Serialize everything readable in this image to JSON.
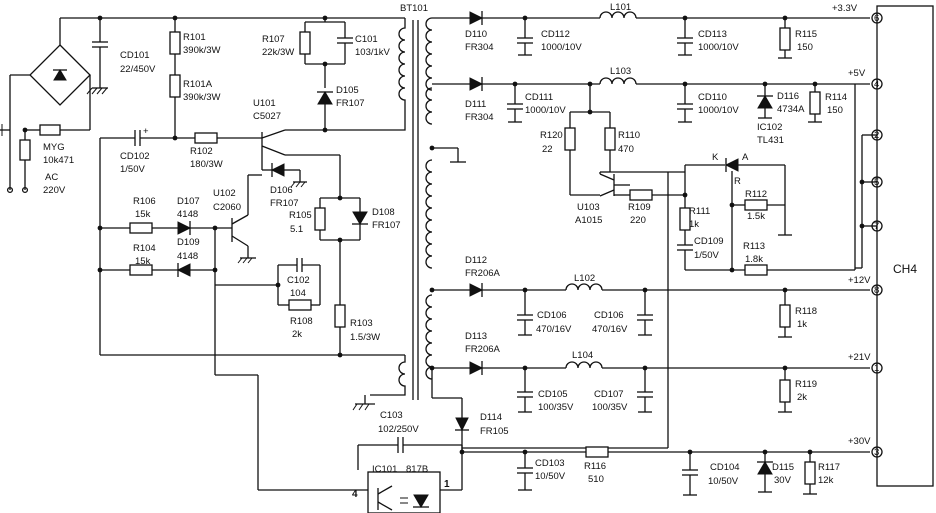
{
  "components": {
    "cd101": {
      "ref": "CD101",
      "value": "22/450V"
    },
    "r101": {
      "ref": "R101",
      "value": "390k/3W"
    },
    "r101a": {
      "ref": "R101A",
      "value": "390k/3W"
    },
    "r107": {
      "ref": "R107",
      "value": "22k/3W"
    },
    "c101": {
      "ref": "C101",
      "value": "103/1kV"
    },
    "d105": {
      "ref": "D105",
      "value": "FR107"
    },
    "u101": {
      "ref": "U101",
      "value": "C5027"
    },
    "myg": {
      "ref": "MYG",
      "value": "10k471"
    },
    "ac": {
      "ref": "AC",
      "value": "220V"
    },
    "cd102": {
      "ref": "CD102",
      "value": "1/50V"
    },
    "r102": {
      "ref": "R102",
      "value": "180/3W"
    },
    "r106": {
      "ref": "R106",
      "value": "15k"
    },
    "d107": {
      "ref": "D107",
      "value": "4148"
    },
    "d109": {
      "ref": "D109",
      "value": "4148"
    },
    "r104": {
      "ref": "R104",
      "value": "15k"
    },
    "u102": {
      "ref": "U102",
      "value": "C2060"
    },
    "d106": {
      "ref": "D106",
      "value": "FR107"
    },
    "r105": {
      "ref": "R105",
      "value": "5.1"
    },
    "d108": {
      "ref": "D108",
      "value": "FR107"
    },
    "c102": {
      "ref": "C102",
      "value": "104"
    },
    "r108": {
      "ref": "R108",
      "value": "2k"
    },
    "r103": {
      "ref": "R103",
      "value": "1.5/3W"
    },
    "bt101": {
      "ref": "BT101"
    },
    "d110": {
      "ref": "D110",
      "value": "FR304"
    },
    "cd112": {
      "ref": "CD112",
      "value": "1000/10V"
    },
    "l101": {
      "ref": "L101"
    },
    "cd113": {
      "ref": "CD113",
      "value": "1000/10V"
    },
    "r115": {
      "ref": "R115",
      "value": "150"
    },
    "d111": {
      "ref": "D111",
      "value": "FR304"
    },
    "cd111": {
      "ref": "CD111",
      "value": "1000/10V"
    },
    "l103": {
      "ref": "L103"
    },
    "cd110": {
      "ref": "CD110",
      "value": "1000/10V"
    },
    "d116": {
      "ref": "D116",
      "value": "4734A"
    },
    "r114": {
      "ref": "R114",
      "value": "150"
    },
    "ic102": {
      "ref": "IC102",
      "value": "TL431"
    },
    "r120": {
      "ref": "R120",
      "value": "22"
    },
    "r110": {
      "ref": "R110",
      "value": "470"
    },
    "u103": {
      "ref": "U103",
      "value": "A1015"
    },
    "r109": {
      "ref": "R109",
      "value": "220"
    },
    "r111": {
      "ref": "R111",
      "value": "1k"
    },
    "cd109": {
      "ref": "CD109",
      "value": "1/50V"
    },
    "r112": {
      "ref": "R112",
      "value": "1.5k"
    },
    "r113": {
      "ref": "R113",
      "value": "1.8k"
    },
    "d112": {
      "ref": "D112",
      "value": "FR206A"
    },
    "l102": {
      "ref": "L102"
    },
    "cd106a": {
      "ref": "CD106",
      "value": "470/16V"
    },
    "cd106b": {
      "ref": "CD106",
      "value": "470/16V"
    },
    "r118": {
      "ref": "R118",
      "value": "1k"
    },
    "d113": {
      "ref": "D113",
      "value": "FR206A"
    },
    "l104": {
      "ref": "L104"
    },
    "cd105": {
      "ref": "CD105",
      "value": "100/35V"
    },
    "cd107": {
      "ref": "CD107",
      "value": "100/35V"
    },
    "r119": {
      "ref": "R119",
      "value": "2k"
    },
    "d114": {
      "ref": "D114",
      "value": "FR105"
    },
    "c103": {
      "ref": "C103",
      "value": "102/250V"
    },
    "ic101": {
      "ref": "IC101",
      "value": "817B"
    },
    "cd103": {
      "ref": "CD103",
      "value": "10/50V"
    },
    "r116": {
      "ref": "R116",
      "value": "510"
    },
    "cd104": {
      "ref": "CD104",
      "value": "10/50V"
    },
    "d115": {
      "ref": "D115",
      "value": "30V"
    },
    "r117": {
      "ref": "R117",
      "value": "12k"
    }
  },
  "rails": {
    "v33": "+3.3V",
    "v5": "+5V",
    "v12": "+12V",
    "v21": "+21V",
    "v30": "+30V"
  },
  "connector": {
    "name": "CH4",
    "pins": [
      "6",
      "4",
      "2",
      "5",
      "7",
      "8",
      "1",
      "3"
    ]
  },
  "optocoupler_pins": {
    "p4": "4",
    "p1": "1"
  },
  "tl431_pins": {
    "k": "K",
    "a": "A",
    "r": "R"
  }
}
